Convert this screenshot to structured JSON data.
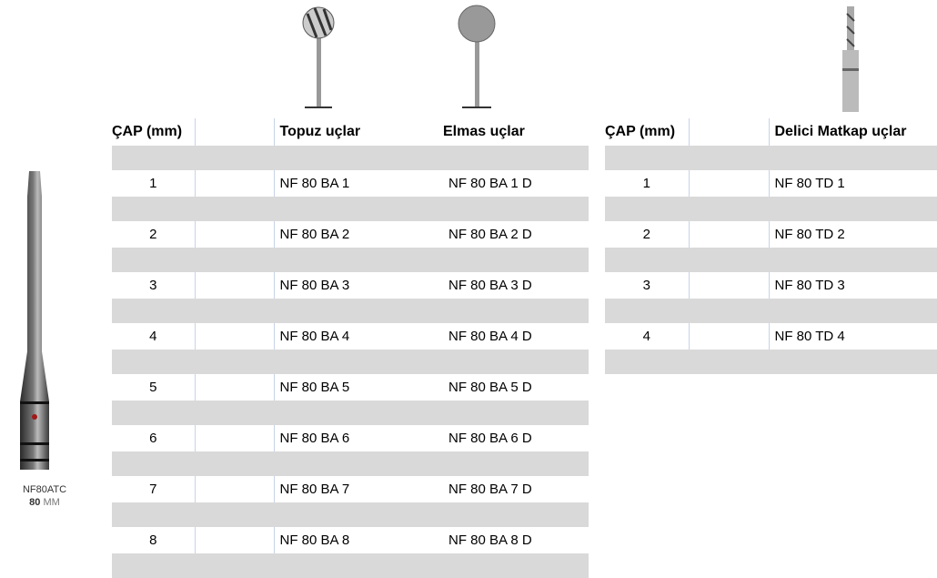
{
  "product": {
    "name": "NF80ATC",
    "length_value": "80",
    "length_unit": "MM"
  },
  "table1": {
    "headers": [
      "ÇAP (mm)",
      "",
      "Topuz uçlar",
      "Elmas uçlar"
    ],
    "rows": [
      {
        "cap": "1",
        "topuz": "NF 80 BA 1",
        "elmas": "NF 80 BA 1 D"
      },
      {
        "cap": "2",
        "topuz": "NF 80 BA 2",
        "elmas": "NF 80 BA 2 D"
      },
      {
        "cap": "3",
        "topuz": "NF 80 BA 3",
        "elmas": "NF 80 BA 3 D"
      },
      {
        "cap": "4",
        "topuz": "NF 80 BA 4",
        "elmas": "NF 80 BA 4 D"
      },
      {
        "cap": "5",
        "topuz": "NF 80 BA 5",
        "elmas": "NF 80 BA 5 D"
      },
      {
        "cap": "6",
        "topuz": "NF 80 BA 6",
        "elmas": "NF 80 BA 6 D"
      },
      {
        "cap": "7",
        "topuz": "NF 80 BA 7",
        "elmas": "NF 80 BA 7 D"
      },
      {
        "cap": "8",
        "topuz": "NF 80 BA 8",
        "elmas": "NF 80 BA 8 D"
      }
    ]
  },
  "table2": {
    "headers": [
      "ÇAP (mm)",
      "",
      "Delici Matkap uçlar"
    ],
    "rows": [
      {
        "cap": "1",
        "delici": "NF 80 TD 1"
      },
      {
        "cap": "2",
        "delici": "NF 80 TD 2"
      },
      {
        "cap": "3",
        "delici": "NF 80 TD 3"
      },
      {
        "cap": "4",
        "delici": "NF 80 TD 4"
      }
    ]
  }
}
